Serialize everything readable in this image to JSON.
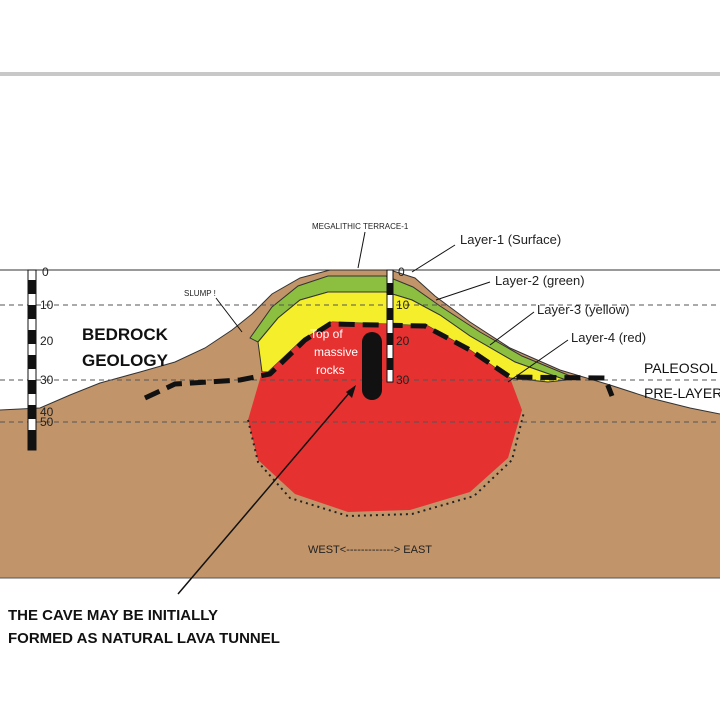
{
  "header": {
    "rule_color": "#c8c8c8"
  },
  "cross_section": {
    "scale_left": [
      "0",
      "10",
      "20",
      "30",
      "40",
      "50"
    ],
    "scale_center": [
      "0",
      "10",
      "20",
      "30"
    ],
    "labels": {
      "megalithic_terrace": "MEGALITHIC TERRACE-1",
      "slump": "SLUMP !",
      "bedrock_line1": "BEDROCK",
      "bedrock_line2": "GEOLOGY",
      "layer1": "Layer-1 (Surface)",
      "layer2": "Layer-2 (green)",
      "layer3": "Layer-3 (yellow)",
      "layer4": "Layer-4 (red)",
      "paleosol_line1": "PALEOSOL",
      "paleosol_line2": "PRE-LAYER",
      "massive_rocks_line1": "Top of",
      "massive_rocks_line2": "massive",
      "massive_rocks_line3": "rocks",
      "orientation": "WEST<-------------> EAST"
    },
    "colors": {
      "bedrock": "#c1946a",
      "green": "#8cbf3f",
      "yellow": "#f4ef2a",
      "red": "#e63131",
      "outline": "#111111"
    }
  },
  "caption": {
    "line1": "THE CAVE MAY BE INITIALLY",
    "line2": "FORMED AS NATURAL LAVA TUNNEL"
  }
}
